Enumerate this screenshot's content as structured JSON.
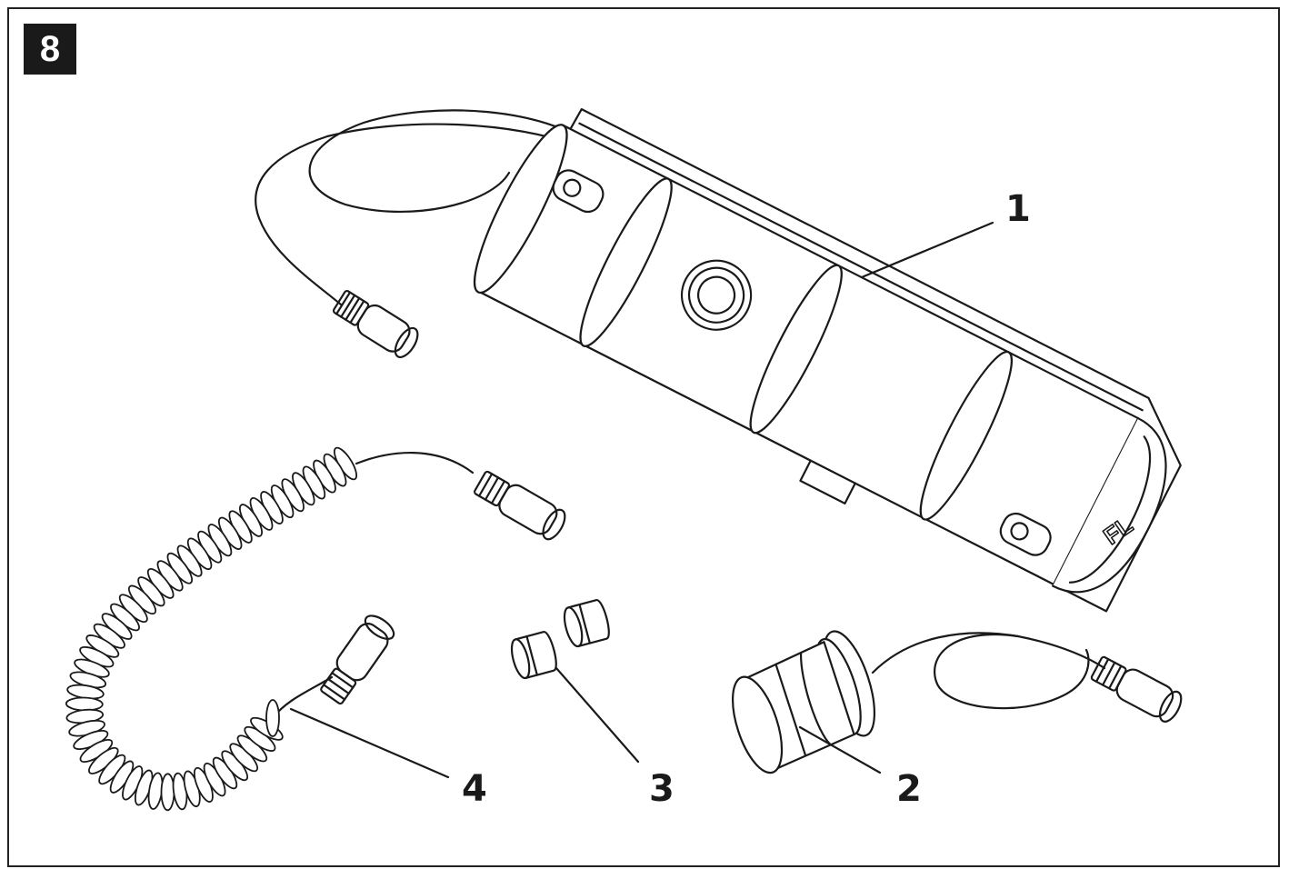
{
  "figure": {
    "number": "8"
  },
  "callouts": [
    {
      "label": "1"
    },
    {
      "label": "2"
    },
    {
      "label": "3"
    },
    {
      "label": "4"
    }
  ],
  "logo_text": "FL",
  "colors": {
    "ink": "#1a1a1a",
    "paper": "#ffffff",
    "badge_bg": "#1a1a1a",
    "badge_fg": "#ffffff"
  }
}
